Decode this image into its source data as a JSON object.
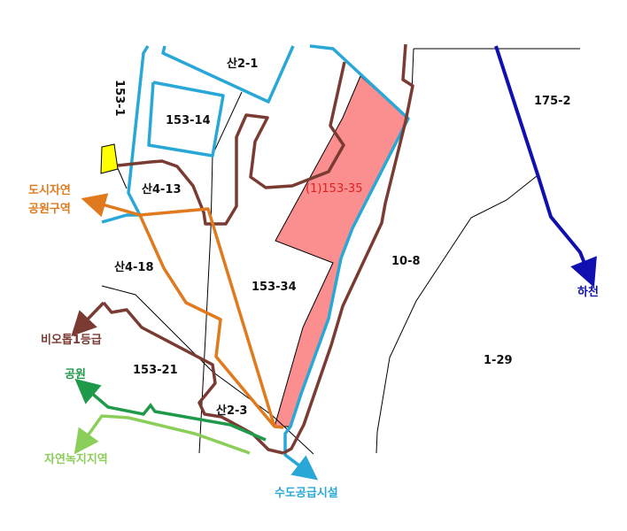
{
  "map": {
    "title": "Parcel and zoning map",
    "colors": {
      "target_parcel_fill": "#fb8f8f",
      "target_parcel_label": "#e02020",
      "water_supply": "#29a8d8",
      "biotope": "#7a3b33",
      "urban_park": "#e07a1e",
      "park": "#1f9a4a",
      "natural_green": "#8bcf5a",
      "river": "#1010b0",
      "parcel_boundary": "#000000",
      "marker_yellow": "#ffff00"
    },
    "parcels": [
      {
        "id": "153-1",
        "label": "153-1"
      },
      {
        "id": "san2-1",
        "label": "산2-1"
      },
      {
        "id": "153-14",
        "label": "153-14"
      },
      {
        "id": "175-2",
        "label": "175-2"
      },
      {
        "id": "san4-13",
        "label": "산4-13"
      },
      {
        "id": "153-35",
        "label": "(1)153-35"
      },
      {
        "id": "san4-18",
        "label": "산4-18"
      },
      {
        "id": "153-34",
        "label": "153-34"
      },
      {
        "id": "10-8",
        "label": "10-8"
      },
      {
        "id": "153-21",
        "label": "153-21"
      },
      {
        "id": "1-29",
        "label": "1-29"
      },
      {
        "id": "san2-3",
        "label": "산2-3"
      }
    ],
    "legend": [
      {
        "id": "urban-park-zone",
        "label_line1": "도시자연",
        "label_line2": "공원구역"
      },
      {
        "id": "biotope",
        "label": "비오톱1등급"
      },
      {
        "id": "park",
        "label": "공원"
      },
      {
        "id": "natural-green",
        "label": "자연녹지지역"
      },
      {
        "id": "water-supply",
        "label": "수도공급시설"
      },
      {
        "id": "river",
        "label": "하천"
      }
    ]
  }
}
